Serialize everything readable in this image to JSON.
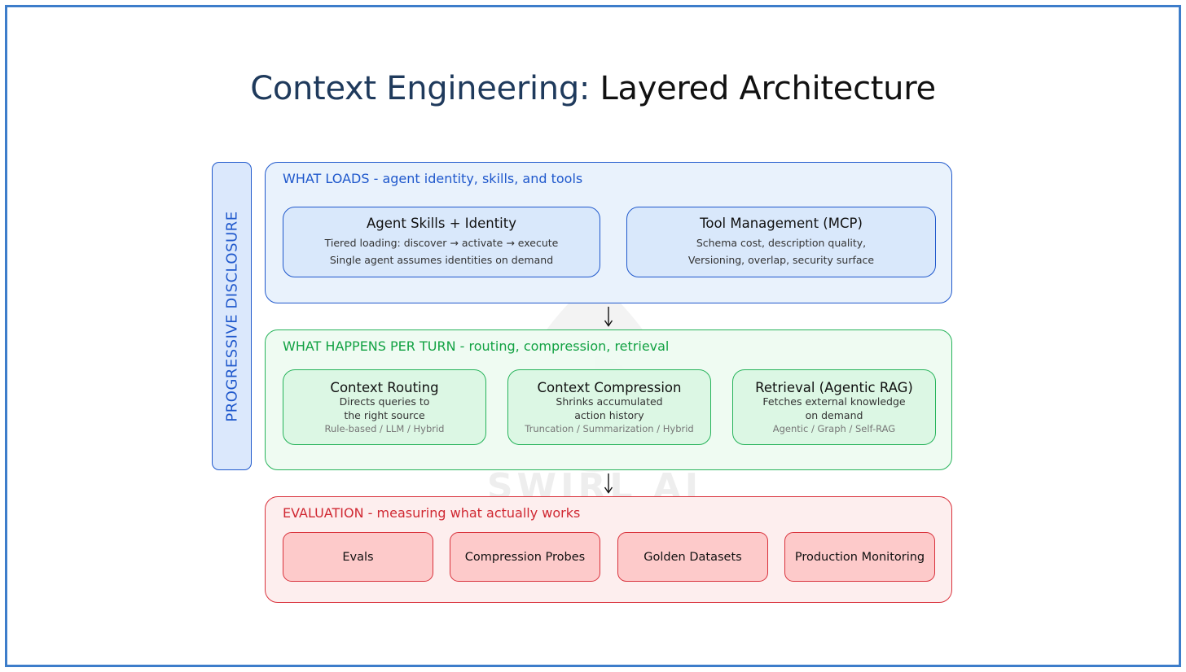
{
  "title": {
    "part1": "Context Engineering:",
    "part2": " Layered Architecture"
  },
  "side_label": "PROGRESSIVE DISCLOSURE",
  "watermark": "SWIRL AI",
  "layers": {
    "loads": {
      "title": "WHAT LOADS - agent identity, skills, and tools",
      "cards": [
        {
          "title": "Agent Skills + Identity",
          "lines": [
            "Tiered loading: discover → activate → execute",
            "Single agent assumes identities on demand"
          ]
        },
        {
          "title": "Tool Management (MCP)",
          "lines": [
            "Schema cost, description quality,",
            "Versioning, overlap, security surface"
          ]
        }
      ]
    },
    "turn": {
      "title": "WHAT HAPPENS PER TURN - routing, compression, retrieval",
      "cards": [
        {
          "title": "Context Routing",
          "lines": [
            "Directs queries to",
            "the right source"
          ],
          "sub": "Rule-based / LLM / Hybrid"
        },
        {
          "title": "Context Compression",
          "lines": [
            "Shrinks accumulated",
            "action history"
          ],
          "sub": "Truncation / Summarization / Hybrid"
        },
        {
          "title": "Retrieval (Agentic RAG)",
          "lines": [
            "Fetches external knowledge",
            "on demand"
          ],
          "sub": "Agentic / Graph / Self-RAG"
        }
      ]
    },
    "eval": {
      "title": "EVALUATION - measuring what actually works",
      "cards": [
        {
          "title": "Evals"
        },
        {
          "title": "Compression Probes"
        },
        {
          "title": "Golden Datasets"
        },
        {
          "title": "Production Monitoring"
        }
      ]
    }
  },
  "colors": {
    "frame": "#3d7dca",
    "blue_border": "#1f58cc",
    "blue_fill": "#e7f1fc",
    "blue_card": "#d9e8fb",
    "blue_text": "#1f58cc",
    "green_border": "#26b35a",
    "green_fill": "#eefbf1",
    "green_card": "#dcf7e4",
    "green_text": "#12a243",
    "red_border": "#d9313b",
    "red_fill": "#fdeeee",
    "red_card": "#fdcaca",
    "red_text": "#d02832"
  }
}
